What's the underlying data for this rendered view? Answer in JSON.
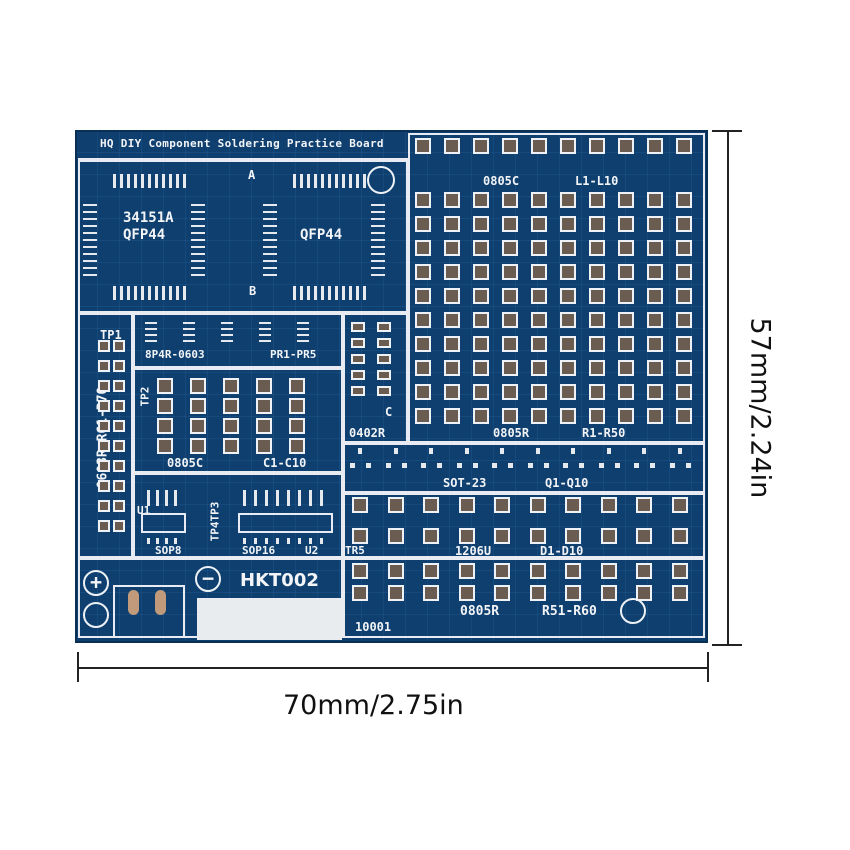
{
  "board": {
    "title": "HQ DIY Component Soldering Practice Board",
    "color": "#0e3f6e",
    "labels": {
      "qfp_left_part": "34151A",
      "qfp_left": "QFP44",
      "qfp_right": "QFP44",
      "mark_a": "A",
      "mark_b": "B",
      "inductor_type": "0805C",
      "inductor_range": "L1-L10",
      "resistor_type": "0805R",
      "resistor_range": "R1-R50",
      "tp1": "TP1",
      "left_column": "0603R  R61-R70",
      "array_type": "8P4R-0603",
      "array_range": "PR1-PR5",
      "tp2": "TP2",
      "cap_type": "0805C",
      "cap_range": "C1-C10",
      "small_type": "0402R",
      "small_c": "C",
      "sot_type": "SOT-23",
      "sot_range": "Q1-Q10",
      "u1": "U1",
      "sop8": "SOP8",
      "tp4tp3": "TP4TP3",
      "sop16": "SOP16",
      "u2": "U2",
      "tr5": "TR5",
      "led_type": "1206U",
      "led_range": "D1-D10",
      "model": "HKT002",
      "bottom_type": "0805R",
      "bottom_range": "R51-R60",
      "serial": "10001",
      "plus": "+",
      "minus": "−"
    }
  },
  "dimensions": {
    "width": "70mm/2.75in",
    "height": "57mm/2.24in"
  }
}
